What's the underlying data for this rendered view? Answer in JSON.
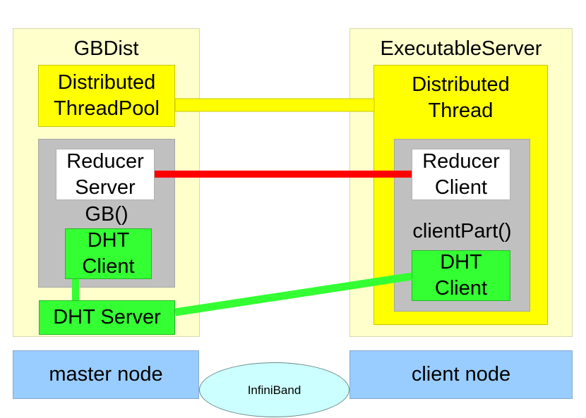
{
  "left_panel": {
    "title": "GBDist",
    "thread_pool": {
      "line1": "Distributed",
      "line2": "ThreadPool"
    },
    "gb_box": {
      "reducer_server": {
        "line1": "Reducer",
        "line2": "Server"
      },
      "label": "GB()",
      "dht_client": {
        "line1": "DHT",
        "line2": "Client"
      }
    },
    "dht_server": "DHT Server"
  },
  "right_panel": {
    "title": "ExecutableServer",
    "thread": {
      "line1": "Distributed",
      "line2": "Thread",
      "client_part": {
        "reducer_client": {
          "line1": "Reducer",
          "line2": "Client"
        },
        "label": "clientPart()",
        "dht_client": {
          "line1": "DHT",
          "line2": "Client"
        }
      }
    }
  },
  "nodes": {
    "master": "master node",
    "client": "client node",
    "network": "InfiniBand"
  },
  "colors": {
    "yellow_link": "#ffff00",
    "red_link": "#ff0000",
    "green_link": "#33ff33"
  }
}
